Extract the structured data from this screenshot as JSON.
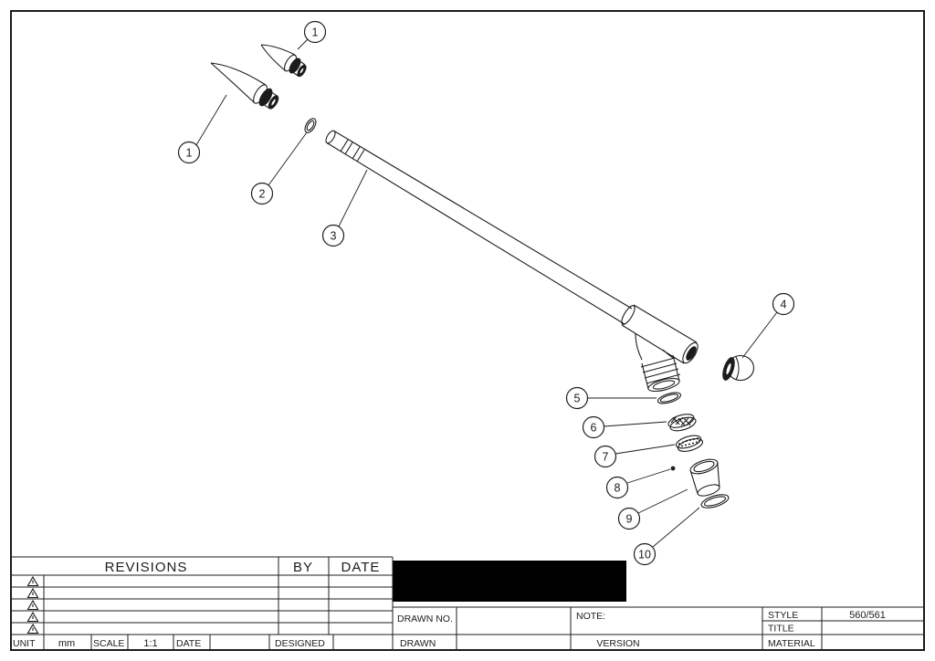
{
  "colors": {
    "line": "#1c1c1c",
    "background": "#ffffff",
    "redaction": "#000000"
  },
  "drawing": {
    "balloons": [
      {
        "label": "1"
      },
      {
        "label": "1"
      },
      {
        "label": "2"
      },
      {
        "label": "3"
      },
      {
        "label": "4"
      },
      {
        "label": "5"
      },
      {
        "label": "6"
      },
      {
        "label": "7"
      },
      {
        "label": "8"
      },
      {
        "label": "9"
      },
      {
        "label": "10"
      }
    ]
  },
  "title_block": {
    "revisions_header": "REVISIONS",
    "by_header": "BY",
    "date_header": "DATE",
    "unit_label": "UNIT",
    "unit_value": "mm",
    "scale_label": "SCALE",
    "scale_value": "1:1",
    "date_label": "DATE",
    "designed_label": "DESIGNED",
    "drawn_label": "DRAWN",
    "drawn_no_label": "DRAWN NO.",
    "note_label": "NOTE:",
    "version_label": "VERSION",
    "style_label": "STYLE",
    "style_value": "560/561",
    "title_label": "TITLE",
    "material_label": "MATERIAL"
  }
}
